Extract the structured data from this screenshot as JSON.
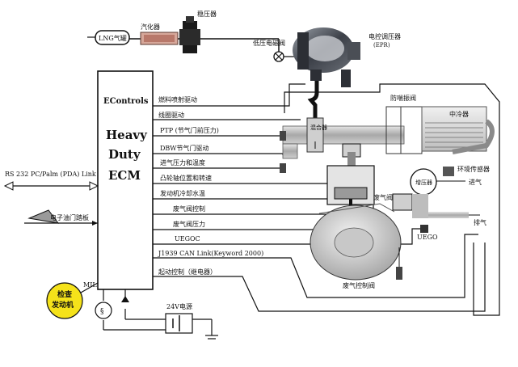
{
  "labels": {
    "lng_tank": "LNG气罐",
    "vaporizer": "汽化器",
    "stabilizer": "稳压器",
    "low_pressure_valve": "低压电磁阀",
    "ecu_regulator_line1": "电控调压器",
    "ecu_regulator_line2": "(EPR)",
    "throttle_valve": "防喘振阀",
    "intercooler": "中冷器",
    "ecm_econtrols": "EControls",
    "ecm_heavy": "Heavy",
    "ecm_duty": "Duty",
    "ecm_ecm": "ECM",
    "sig_fuel_injector": "燃料喷射驱动",
    "sig_coil": "线圈驱动",
    "sig_ptp": "PTP (节气门前压力)",
    "sig_dbw": "DBW节气门驱动",
    "sig_intake": "进气压力和温度",
    "sig_cam": "凸轮轴位置和转速",
    "sig_coolant": "发动机冷却水温",
    "sig_egr_valve": "废气阀控制",
    "sig_egr_pressure": "废气阀压力",
    "sig_uegoc": "UEGOC",
    "sig_j1939": "J1939 CAN Link(Keyword 2000)",
    "sig_start": "起动控制（继电器）",
    "rs232": "RS 232 PC/Palm (PDA) Link",
    "pedal": "电子油门踏板",
    "mil": "MIL",
    "check_engine_line1": "检查",
    "check_engine_line2": "发动机",
    "battery": "24V电源",
    "ambient_sensor": "环境传感器",
    "intake_air": "进气",
    "turbo": "增压器",
    "exhaust": "排气",
    "uego": "UEGO",
    "wastegate": "废气阀",
    "wastegate_control": "废气控制阀",
    "mixer": "混合器"
  },
  "colors": {
    "line": "#111111",
    "pipe_gray": "#9a9a9a",
    "pipe_light": "#cfcfcf",
    "mil_yellow": "#f5e21a"
  }
}
